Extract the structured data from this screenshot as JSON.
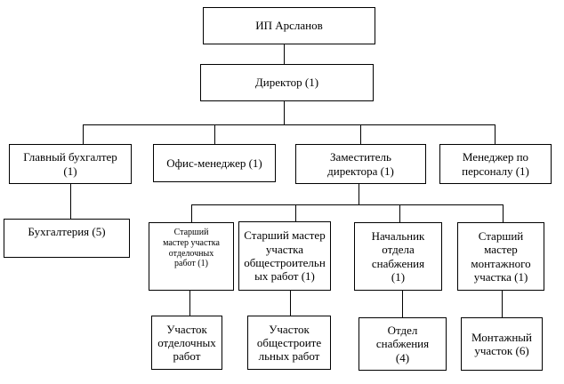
{
  "diagram": {
    "type": "org-chart",
    "background_color": "#ffffff",
    "line_color": "#000000",
    "box_border_color": "#000000",
    "text_color": "#000000",
    "nodes": {
      "owner": {
        "label": "ИП Арсланов"
      },
      "director": {
        "label": "Директор (1)"
      },
      "chief_accountant": {
        "label": "Главный бухгалтер\n(1)"
      },
      "office_manager": {
        "label": "Офис-менеджер (1)"
      },
      "deputy_director": {
        "label": "Заместитель\nдиректора (1)"
      },
      "hr_manager": {
        "label": "Менеджер по\nперсоналу (1)"
      },
      "accounting": {
        "label": "Бухгалтерия (5)"
      },
      "senior_master_finishing": {
        "label": "Старший\nмастер участка\nотделочных\nработ (1)"
      },
      "senior_master_general": {
        "label": "Старший мастер\nучастка\nобщестроительн\nых работ (1)"
      },
      "supply_head": {
        "label": "Начальник\nотдела\nснабжения\n(1)"
      },
      "senior_master_install": {
        "label": "Старший\nмастер\nмонтажного\nучастка (1)"
      },
      "finishing_section": {
        "label": "Участок\nотделочных\nработ"
      },
      "general_section": {
        "label": "Участок\nобщестроите\nльных работ"
      },
      "supply_department": {
        "label": "Отдел\nснабжения\n(4)"
      },
      "installation_section": {
        "label": "Монтажный\nучасток (6)"
      }
    },
    "edges": [
      [
        "owner",
        "director"
      ],
      [
        "director",
        "chief_accountant"
      ],
      [
        "director",
        "office_manager"
      ],
      [
        "director",
        "deputy_director"
      ],
      [
        "director",
        "hr_manager"
      ],
      [
        "chief_accountant",
        "accounting"
      ],
      [
        "deputy_director",
        "senior_master_finishing"
      ],
      [
        "deputy_director",
        "senior_master_general"
      ],
      [
        "deputy_director",
        "supply_head"
      ],
      [
        "deputy_director",
        "senior_master_install"
      ],
      [
        "senior_master_finishing",
        "finishing_section"
      ],
      [
        "senior_master_general",
        "general_section"
      ],
      [
        "supply_head",
        "supply_department"
      ],
      [
        "senior_master_install",
        "installation_section"
      ]
    ]
  }
}
